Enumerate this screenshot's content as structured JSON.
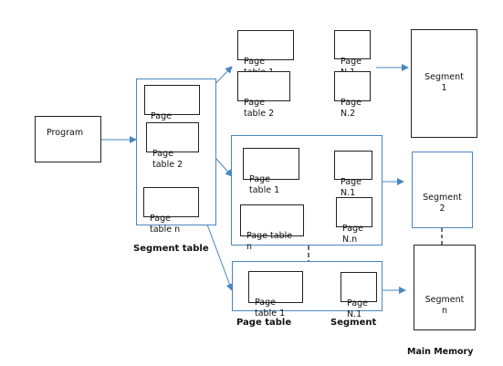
{
  "program": "Program",
  "segment_table": {
    "entries": [
      "Page\ntable 1",
      "Page\ntable 2",
      "Page\ntable n"
    ],
    "caption": "Segment table"
  },
  "page_tables": {
    "group1": {
      "table": "Page\ntable 1",
      "table2": "Page\ntable 2",
      "seg1": "Page\nN.1",
      "seg2": "Page\nN.2"
    },
    "group2": {
      "table": "Page\ntable 1",
      "table_n": "Page table\nn",
      "seg1": "Page\nN.1",
      "seg_n": "Page\nN.n"
    },
    "group3": {
      "table": "Page\ntable 1",
      "seg1": "Page\nN.1"
    }
  },
  "captions": {
    "page_table": "Page table",
    "segment": "Segment",
    "main_memory": "Main Memory"
  },
  "main_memory": [
    "Segment\n1",
    "Segment\n2",
    "Segment\nn"
  ],
  "colors": {
    "arrow": "#4a86c0",
    "border_blue": "#4a86c0",
    "border_dark": "#222222"
  }
}
